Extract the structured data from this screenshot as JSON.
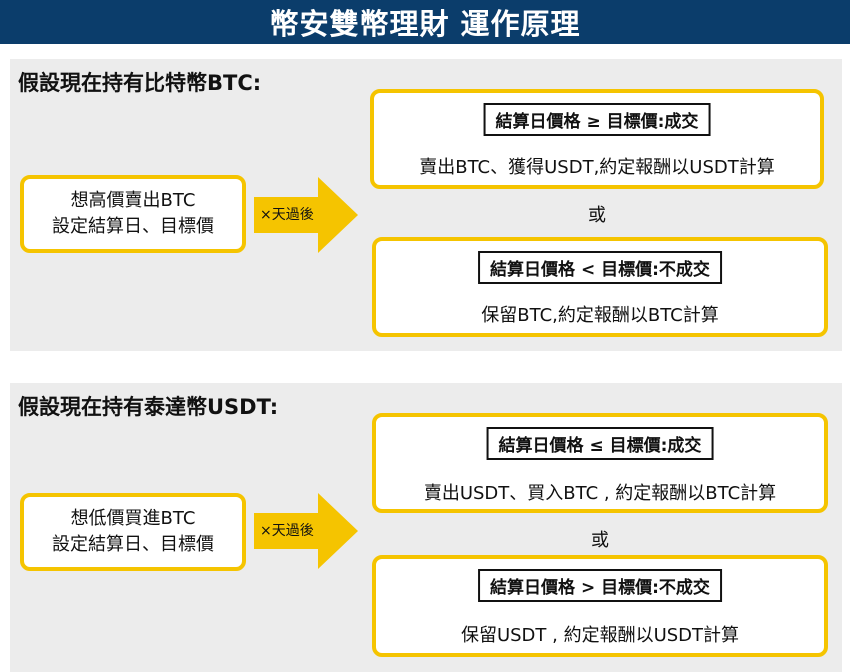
{
  "header": {
    "title": "幣安雙幣理財 運作原理"
  },
  "sections": [
    {
      "title": "假設現在持有比特幣BTC:",
      "intent": {
        "line1": "想高價賣出BTC",
        "line2": "設定結算日、目標價"
      },
      "arrow_label": "×天過後",
      "outcome_a": {
        "condition": "結算日價格 ≥ 目標價:成交",
        "result": "賣出BTC、獲得USDT,約定報酬以USDT計算"
      },
      "or_label": "或",
      "outcome_b": {
        "condition": "結算日價格 < 目標價:不成交",
        "result": "保留BTC,約定報酬以BTC計算"
      }
    },
    {
      "title": "假設現在持有泰達幣USDT:",
      "intent": {
        "line1": "想低價買進BTC",
        "line2": "設定結算日、目標價"
      },
      "arrow_label": "×天過後",
      "outcome_a": {
        "condition": "結算日價格 ≤ 目標價:成交",
        "result": "賣出USDT、買入BTC , 約定報酬以BTC計算"
      },
      "or_label": "或",
      "outcome_b": {
        "condition": "結算日價格 > 目標價:不成交",
        "result": "保留USDT , 約定報酬以USDT計算"
      }
    }
  ],
  "colors": {
    "header_bg": "#0b3d6b",
    "accent_yellow": "#f5c400",
    "panel_bg": "#ececec"
  }
}
